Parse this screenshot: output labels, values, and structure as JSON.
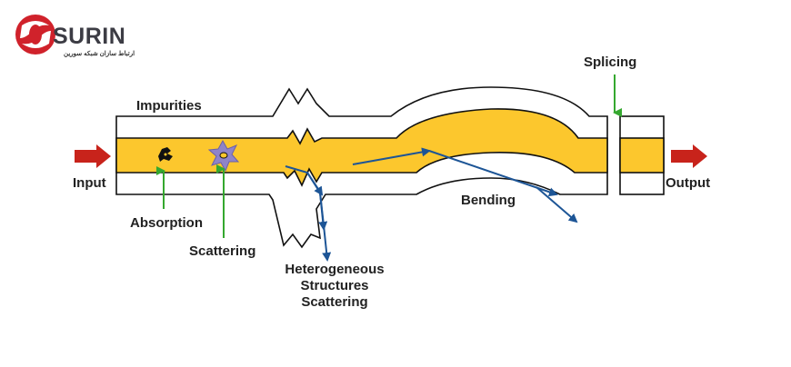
{
  "logo": {
    "name": "SURIN",
    "tagline": "ارتباط سازان شبکه سورین"
  },
  "labels": {
    "impurities": "Impurities",
    "splicing": "Splicing",
    "input": "Input",
    "output": "Output",
    "absorption": "Absorption",
    "scattering": "Scattering",
    "bending": "Bending",
    "hetero_1": "Heterogeneous",
    "hetero_2": "Structures",
    "hetero_3": "Scattering"
  },
  "colors": {
    "core": "#fcc72d",
    "cladding": "#ffffff",
    "outline": "#111111",
    "io_arrow": "#c8231b",
    "pointer_arrow": "#35a82f",
    "ray": "#1d5596",
    "scatter_star": "#8f84c9",
    "logo_red": "#d0222b"
  }
}
